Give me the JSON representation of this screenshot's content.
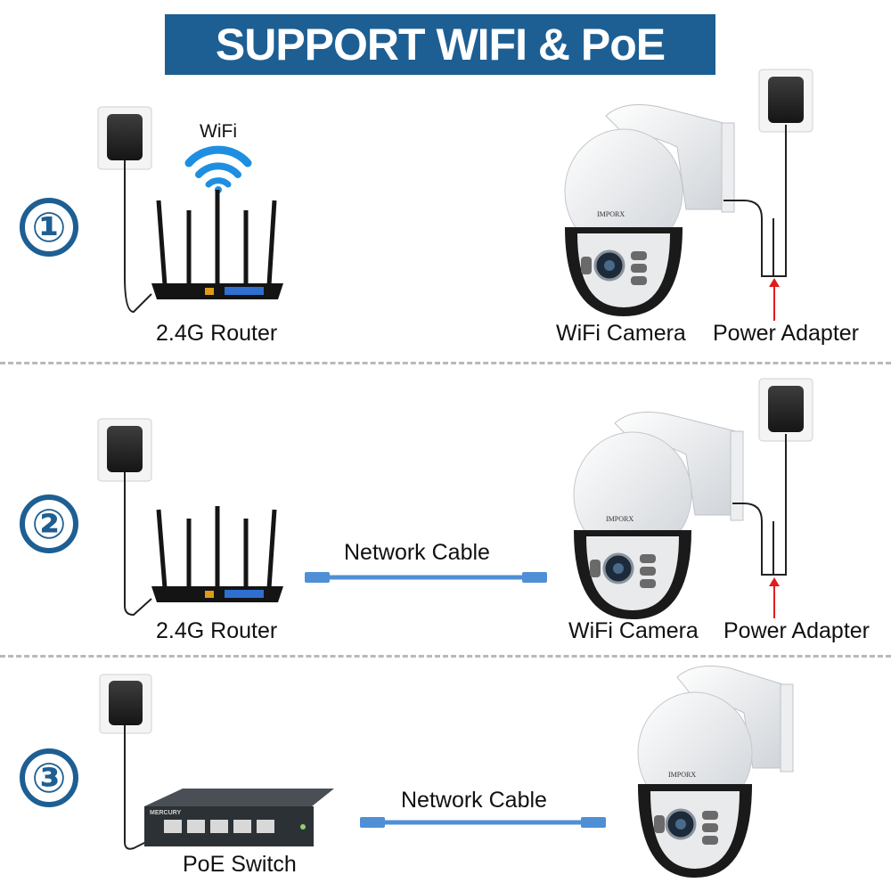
{
  "banner": {
    "title": "SUPPORT WIFI & PoE"
  },
  "rows": [
    {
      "step": "①",
      "wifi_label": "WiFi",
      "router_label": "2.4G Router",
      "camera_label": "WiFi Camera",
      "adapter_label": "Power Adapter",
      "brand": "IMPORX"
    },
    {
      "step": "②",
      "router_label": "2.4G Router",
      "cable_label": "Network Cable",
      "camera_label": "WiFi Camera",
      "adapter_label": "Power Adapter",
      "brand": "IMPORX"
    },
    {
      "step": "③",
      "switch_label": "PoE Switch",
      "switch_brand": "MERCURY",
      "cable_label": "Network Cable",
      "brand": "IMPORX"
    }
  ],
  "colors": {
    "banner": "#1d5f93",
    "step_number": "#1d5f93",
    "wifi_signal": "#1e8fe0",
    "network_cable": "#4f8fd6",
    "arrow": "#e01c1c",
    "router_port": "#2e6fd0"
  }
}
